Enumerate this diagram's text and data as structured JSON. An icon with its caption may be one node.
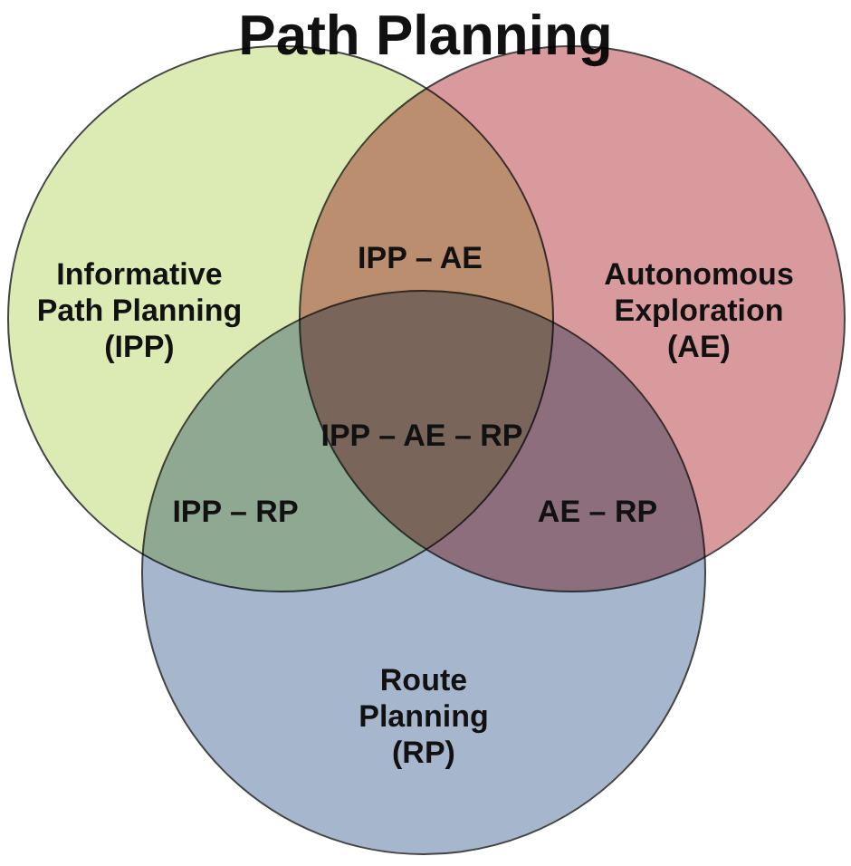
{
  "diagram": {
    "title": "Path Planning",
    "nodes": [
      {
        "text": [
          "Informative Path Planning (IPP)"
        ]
      },
      {
        "text": [
          "Autonomous Exploration (AE)"
        ]
      },
      {
        "text": [
          "Route Planning (RP)"
        ]
      }
    ],
    "labels": [
      "IPP – AE",
      "IPP – AE – RP",
      "IPP – RP",
      "AE – RP"
    ]
  }
}
